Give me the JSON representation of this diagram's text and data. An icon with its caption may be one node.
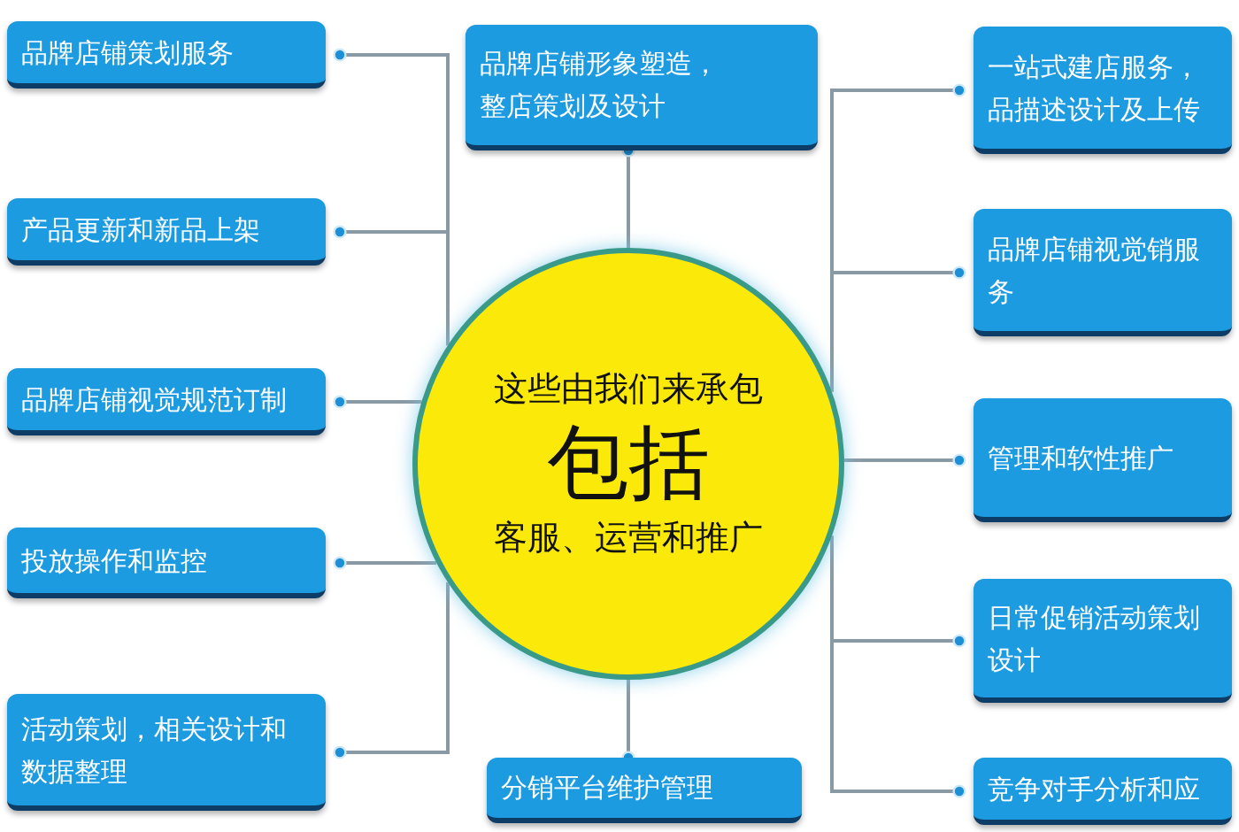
{
  "diagram": {
    "nodes": [
      {
        "text": [
          "品牌店铺形象塑造，整店策划及设计"
        ]
      },
      {
        "text": [
          "品牌店铺策划服务"
        ]
      },
      {
        "text": [
          "产品更新和新品上架"
        ]
      },
      {
        "text": [
          "品牌店铺视觉规范订制"
        ]
      },
      {
        "text": [
          "投放操作和监控"
        ]
      },
      {
        "text": [
          "活动策划，相关设计和数据整理"
        ]
      },
      {
        "text": [
          "这些由我们来承包",
          "包括",
          "客服、运营和推广"
        ]
      },
      {
        "text": [
          "一站式建店服务，品描述设计及上传"
        ]
      },
      {
        "text": [
          "品牌店铺视觉销服务"
        ]
      },
      {
        "text": [
          "管理和软性推广"
        ]
      },
      {
        "text": [
          "日常促销活动策划设计"
        ]
      },
      {
        "text": [
          "竞争对手分析和应"
        ]
      },
      {
        "text": [
          "分销平台维护管理"
        ]
      }
    ],
    "edges": [
      {
        "from": 6,
        "to": 0,
        "arrow": "other"
      },
      {
        "from": 6,
        "to": 1,
        "arrow": "other"
      },
      {
        "from": 6,
        "to": 2,
        "arrow": "other"
      },
      {
        "from": 6,
        "to": 3,
        "arrow": "other"
      },
      {
        "from": 6,
        "to": 4,
        "arrow": "other"
      },
      {
        "from": 6,
        "to": 5,
        "arrow": "other"
      },
      {
        "from": 6,
        "to": 7,
        "arrow": "other"
      },
      {
        "from": 6,
        "to": 8,
        "arrow": "other"
      },
      {
        "from": 6,
        "to": 9,
        "arrow": "other"
      },
      {
        "from": 6,
        "to": 10,
        "arrow": "other"
      },
      {
        "from": 6,
        "to": 11,
        "arrow": "other"
      },
      {
        "from": 6,
        "to": 12,
        "arrow": "other"
      }
    ]
  }
}
